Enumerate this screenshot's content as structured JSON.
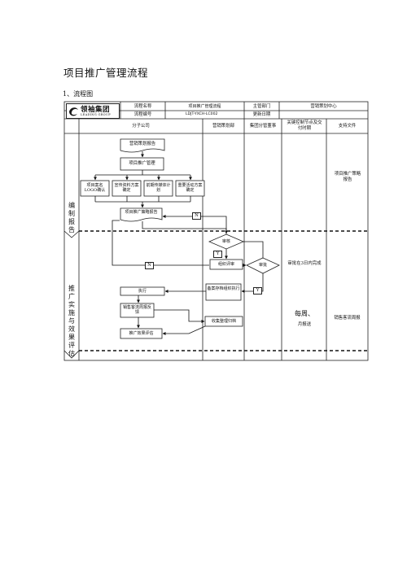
{
  "page": {
    "title": "项目推广管理流程",
    "section": "1、流程图"
  },
  "logo": {
    "cn": "领袖集团",
    "en": "LEADING GROUP"
  },
  "header": {
    "name_label": "流程名称",
    "name_value": "项目推广管理流程",
    "dept_label": "主管部门",
    "dept_value": "营销策划中心",
    "code_label": "流程编号",
    "code_value": "LDJT-YXCH-LC002",
    "update_label": "更新日期",
    "update_value": ""
  },
  "columns": {
    "company": "分子公司",
    "marketing": "营销策划部",
    "group": "集团分管董事",
    "keypoints": "关键控制节点及交付时期",
    "support": "支持文件"
  },
  "phases": {
    "prepare": "编制报告",
    "execute": "推广实施与效果评估"
  },
  "nodes": {
    "report": "营销策划报告",
    "manage": "项目推广管理",
    "name_logo": "项目案名LOGO确认",
    "promo_material": "宣传资料方案确定",
    "media_plan": "前期传媒体计划",
    "event_plan": "重要活动方案确定",
    "strategy_report": "项目推广策略报告",
    "review": "审核",
    "org_review": "组织评审",
    "approve": "审批",
    "execute": "执行",
    "archive": "备案存档组织执行",
    "weekly_report": "销售客流周报反馈",
    "collect": "收集整理归档",
    "evaluate": "推广效果评估"
  },
  "flow_labels": {
    "no1": "N",
    "yes1": "Y",
    "no2": "N",
    "yes2": "Y"
  },
  "keypoints": {
    "approve_time": "审批在3日内完成",
    "weekly": "每周、",
    "monthly": "月报送"
  },
  "support_docs": {
    "strategy_report": "项目推广策略报告",
    "sales_weekly": "销售客流周报"
  }
}
